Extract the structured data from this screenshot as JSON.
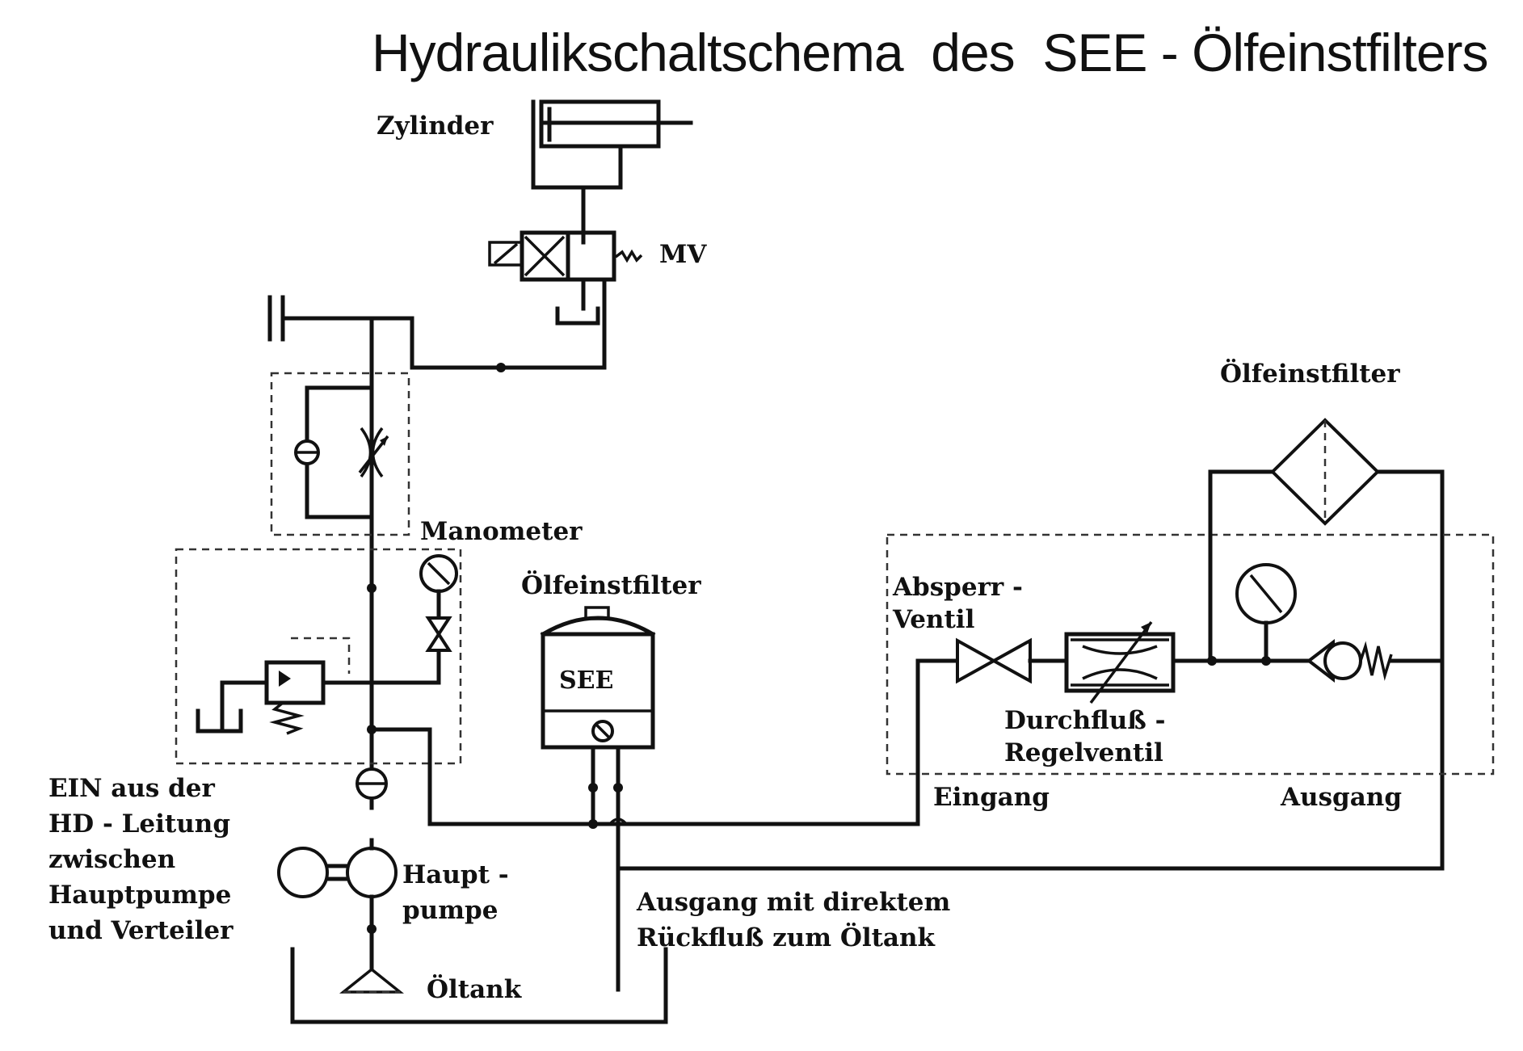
{
  "diagram": {
    "title": "Hydraulikschaltschema  des  SEE - Ölfeinstfilters",
    "labels": {
      "cylinder": "Zylinder",
      "valve": "MV",
      "manometer": "Manometer",
      "filter_unit": "Ölfeinstfilter",
      "filter_symbol": "Ölfeinstfilter",
      "see": "SEE",
      "shutoff_line1": "Absperr -",
      "shutoff_line2": "Ventil",
      "flow_line1": "Durchfluß -",
      "flow_line2": "Regelventil",
      "inlet": "Eingang",
      "outlet": "Ausgang",
      "source_line1": "EIN aus der",
      "source_line2": "HD - Leitung",
      "source_line3": "zwischen",
      "source_line4": "Hauptpumpe",
      "source_line5": "und Verteiler",
      "pump_line1": "Haupt -",
      "pump_line2": "pumpe",
      "return_line1": "Ausgang mit direktem",
      "return_line2": "Rückfluß zum Öltank",
      "tank": "Öltank"
    },
    "colors": {
      "ink": "#111111",
      "paper": "#ffffff"
    }
  }
}
